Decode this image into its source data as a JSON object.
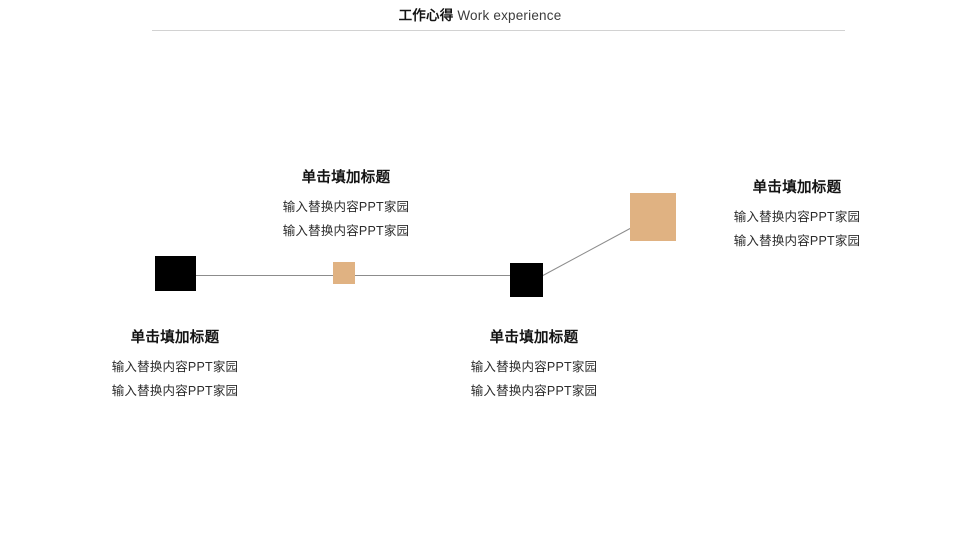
{
  "header": {
    "title_cn": "工作心得",
    "title_en": "Work experience",
    "divider": "header-divider"
  },
  "colors": {
    "background": "#ffffff",
    "node_dark": "#000000",
    "node_accent": "#e0b282",
    "connector_line": "#8c8c8c",
    "divider_line": "#d2d2d2",
    "title_text": "#141414",
    "body_text": "#2b2b2b"
  },
  "timeline": {
    "nodes": [
      {
        "id": "node-1",
        "shape": "square",
        "color": "#000000",
        "size": "large"
      },
      {
        "id": "node-2",
        "shape": "square",
        "color": "#e0b282",
        "size": "small"
      },
      {
        "id": "node-3",
        "shape": "square",
        "color": "#000000",
        "size": "medium"
      },
      {
        "id": "node-4",
        "shape": "square",
        "color": "#e0b282",
        "size": "large"
      }
    ],
    "connectors": [
      {
        "id": "connector-horizontal",
        "from": "node-1",
        "to": "node-3",
        "style": "straight"
      },
      {
        "id": "connector-diagonal",
        "from": "node-3",
        "to": "node-4",
        "style": "diagonal"
      }
    ]
  },
  "blocks": [
    {
      "title": "单击填加标题",
      "lines": [
        "输入替换内容PPT家园",
        "输入替换内容PPT家园"
      ]
    },
    {
      "title": "单击填加标题",
      "lines": [
        "输入替换内容PPT家园",
        "输入替换内容PPT家园"
      ]
    },
    {
      "title": "单击填加标题",
      "lines": [
        "输入替换内容PPT家园",
        "输入替换内容PPT家园"
      ]
    },
    {
      "title": "单击填加标题",
      "lines": [
        "输入替换内容PPT家园",
        "输入替换内容PPT家园"
      ]
    }
  ]
}
